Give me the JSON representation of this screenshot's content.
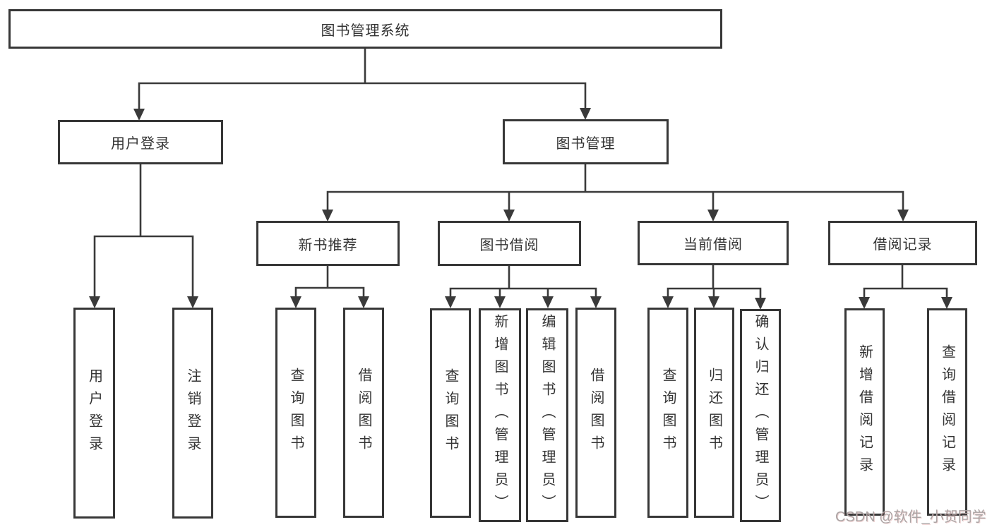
{
  "diagram": {
    "title": "图书管理系统",
    "root": {
      "label": "图书管理系统"
    },
    "level2": [
      {
        "label": "用户登录"
      },
      {
        "label": "图书管理"
      }
    ],
    "level3": [
      {
        "label": "新书推荐",
        "parent": "图书管理"
      },
      {
        "label": "图书借阅",
        "parent": "图书管理"
      },
      {
        "label": "当前借阅",
        "parent": "图书管理"
      },
      {
        "label": "借阅记录",
        "parent": "图书管理"
      }
    ],
    "leaves": [
      {
        "label": "用户登录",
        "parent": "用户登录"
      },
      {
        "label": "注销登录",
        "parent": "用户登录"
      },
      {
        "label": "查询图书",
        "parent": "新书推荐"
      },
      {
        "label": "借阅图书",
        "parent": "新书推荐"
      },
      {
        "label": "查询图书",
        "parent": "图书借阅"
      },
      {
        "label": "新增图书（管理员）",
        "parent": "图书借阅"
      },
      {
        "label": "编辑图书（管理员）",
        "parent": "图书借阅"
      },
      {
        "label": "借阅图书",
        "parent": "图书借阅"
      },
      {
        "label": "查询图书",
        "parent": "当前借阅"
      },
      {
        "label": "归还图书",
        "parent": "当前借阅"
      },
      {
        "label": "确认归还（管理员）",
        "parent": "当前借阅"
      },
      {
        "label": "新增借阅记录",
        "parent": "借阅记录"
      },
      {
        "label": "查询借阅记录",
        "parent": "借阅记录"
      }
    ],
    "watermark": "CSDN @软件_小贺同学",
    "colors": {
      "line": "#3a3a3a",
      "box_border": "#373737",
      "text": "#333333",
      "background": "#ffffff",
      "watermark": "#aba4a4"
    }
  }
}
